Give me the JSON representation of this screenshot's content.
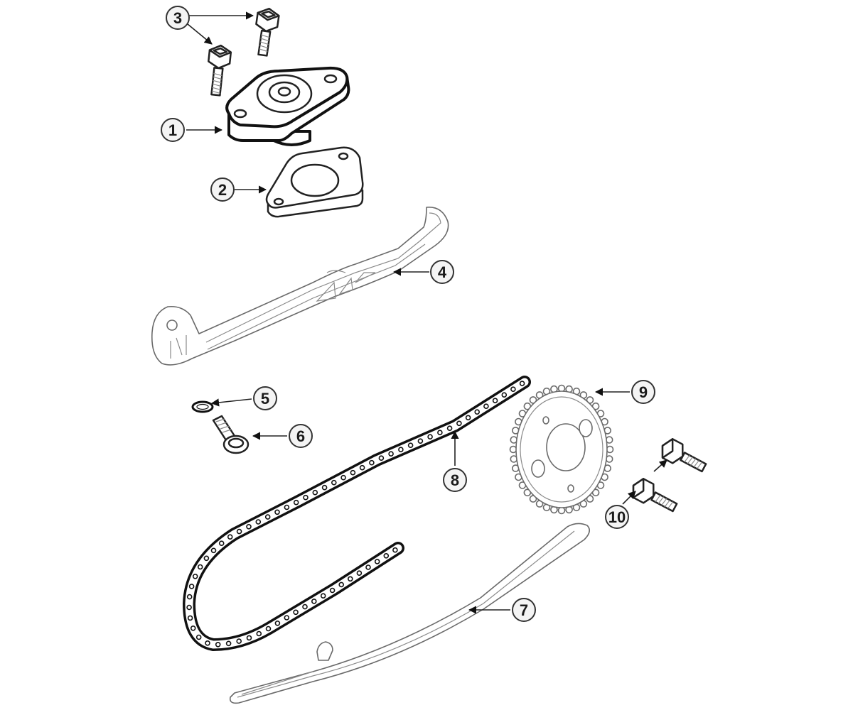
{
  "callouts": [
    {
      "label": "1"
    },
    {
      "label": "2"
    },
    {
      "label": "3"
    },
    {
      "label": "4"
    },
    {
      "label": "5"
    },
    {
      "label": "6"
    },
    {
      "label": "7"
    },
    {
      "label": "8"
    },
    {
      "label": "9"
    },
    {
      "label": "10"
    }
  ],
  "colors": {
    "line_dark": "#111111",
    "line_light": "#6a6a6a",
    "callout_fill": "#f4f4f4",
    "background": "#ffffff"
  }
}
